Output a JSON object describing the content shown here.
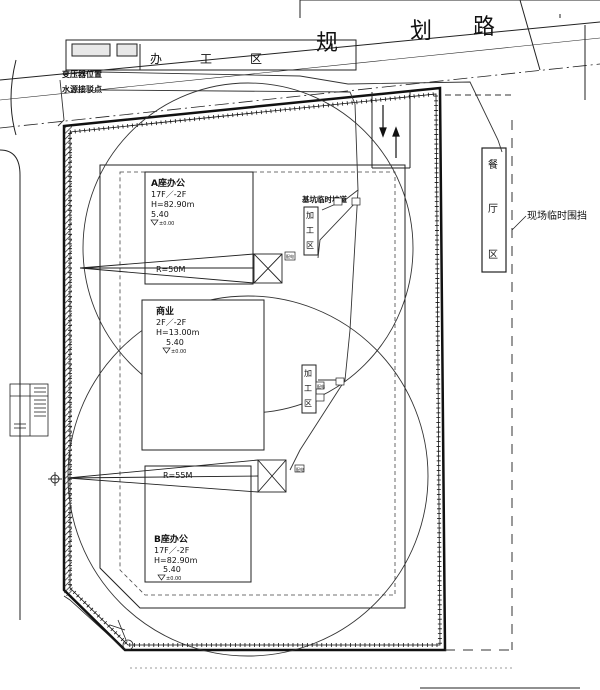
{
  "road": {
    "chars": [
      "规",
      "划",
      "路"
    ]
  },
  "top_strip": {
    "box_a": "",
    "box_b": "",
    "office_chars": [
      "办",
      "工",
      "区"
    ]
  },
  "left_notes": {
    "transformer": "变压器位置",
    "water": "水源接驳点"
  },
  "dining": {
    "chars": [
      "餐",
      "厅",
      "区"
    ]
  },
  "fence_note": "现场临时围挡",
  "foundation_road": "基坑临时坡道",
  "processing_chars": [
    "加",
    "工",
    "区"
  ],
  "buildings": {
    "a": {
      "name": "A座办公",
      "floors": "17F／-2F",
      "height": "H=82.90m",
      "elev": "5.40",
      "elev_mark": "±0.00"
    },
    "commercial": {
      "name": "商业",
      "floors": "2F／-2F",
      "height": "H=13.00m",
      "elev": "5.40",
      "elev_mark": "±0.00"
    },
    "b": {
      "name": "B座办公",
      "floors": "17F／-2F",
      "height": "H=82.90m",
      "elev": "5.40",
      "elev_mark": "±0.00"
    }
  },
  "cranes": {
    "upper": {
      "radius_label": "R=50M"
    },
    "lower": {
      "radius_label": "R=55M"
    }
  },
  "small_labels": {
    "distribution": "配电"
  }
}
